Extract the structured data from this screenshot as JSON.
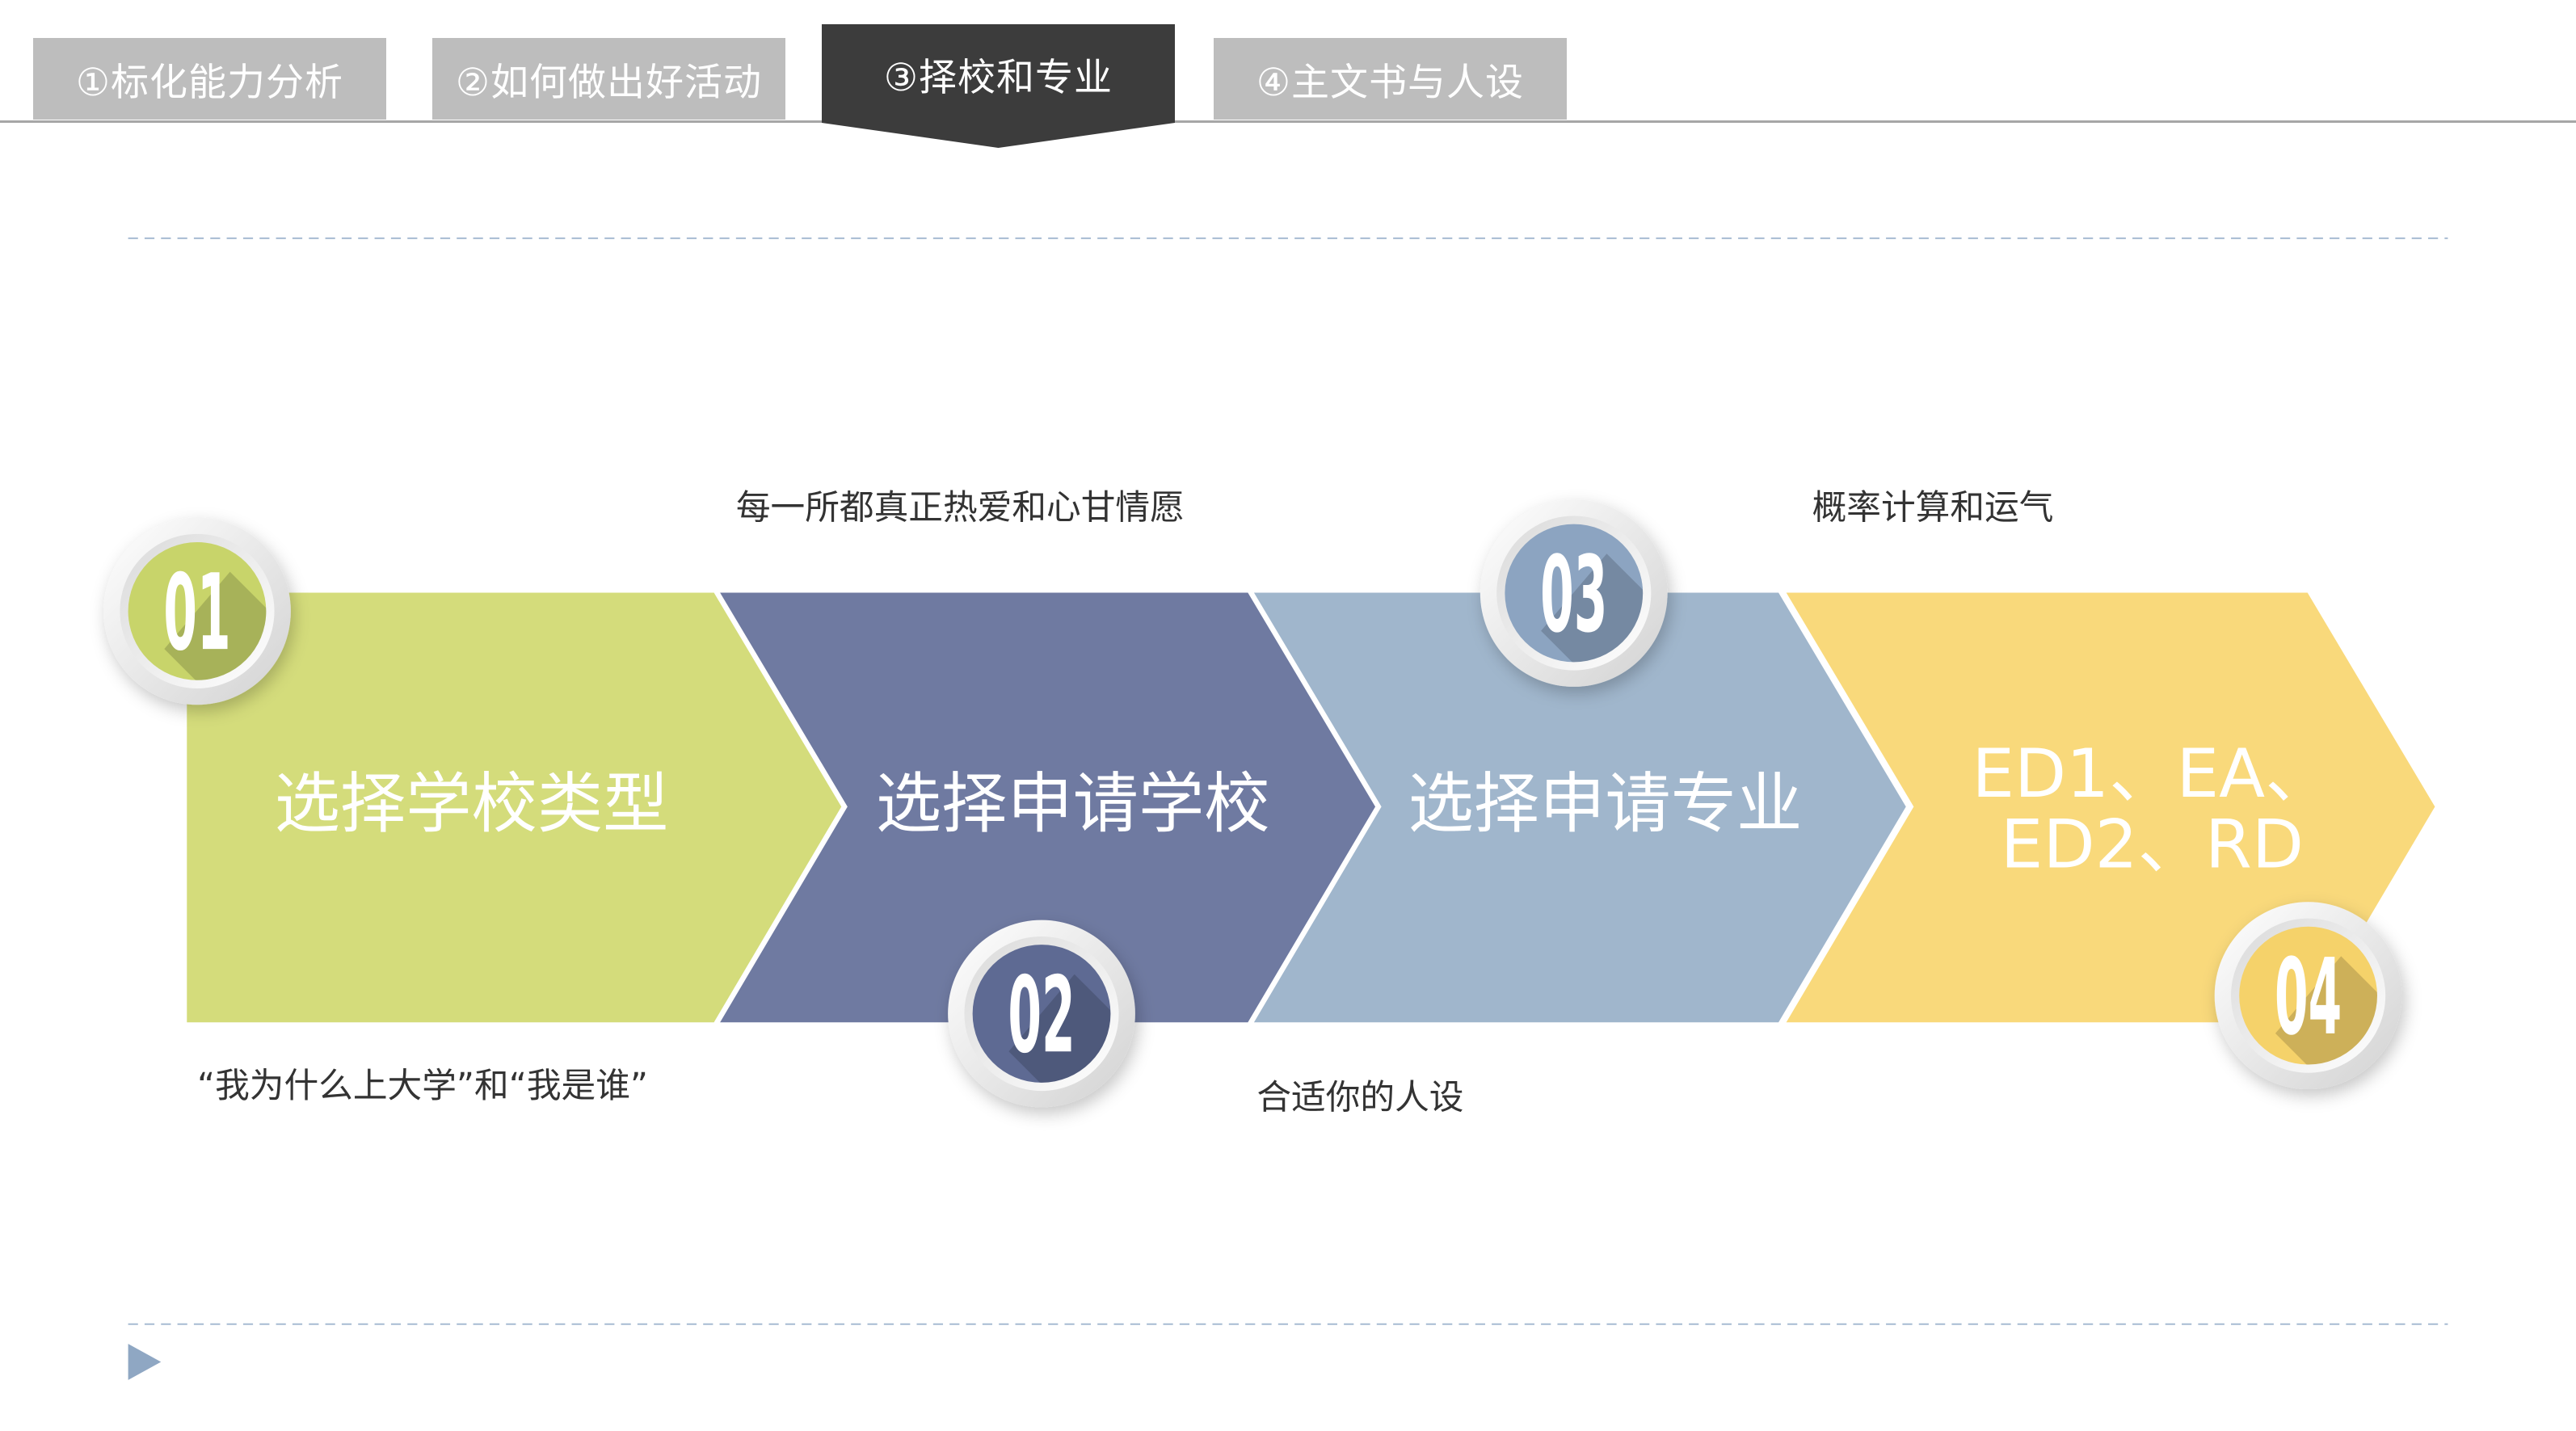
{
  "tabs": [
    {
      "label": "①标化能力分析",
      "active": false
    },
    {
      "label": "②如何做出好活动",
      "active": false
    },
    {
      "label": "③择校和专业",
      "active": true
    },
    {
      "label": "④主文书与人设",
      "active": false
    }
  ],
  "steps": [
    {
      "number": "01",
      "title_lines": [
        "选择学校类型"
      ],
      "caption": "“我为什么上大学”和“我是谁”",
      "color": "#d4dc7b",
      "badge_color": "#c8d46a"
    },
    {
      "number": "02",
      "title_lines": [
        "选择申请学校"
      ],
      "caption": "每一所都真正热爱和心甘情愿",
      "color": "#6f7aa1",
      "badge_color": "#5e6a93"
    },
    {
      "number": "03",
      "title_lines": [
        "选择申请专业"
      ],
      "caption": "合适你的人设",
      "color": "#a0b6cc",
      "badge_color": "#8ca4c1"
    },
    {
      "number": "04",
      "title_lines": [
        "ED1、EA、",
        "ED2、RD"
      ],
      "caption": "概率计算和运气",
      "color": "#f9d97b",
      "badge_color": "#f5d26a"
    }
  ],
  "colors": {
    "tab_inactive": "#bdbdbd",
    "tab_active": "#3c3c3c",
    "tab_text": "#ffffff",
    "dashed_rule": "#a7bbd2",
    "caption_text": "#333333",
    "play_icon": "#8fa7c3"
  }
}
